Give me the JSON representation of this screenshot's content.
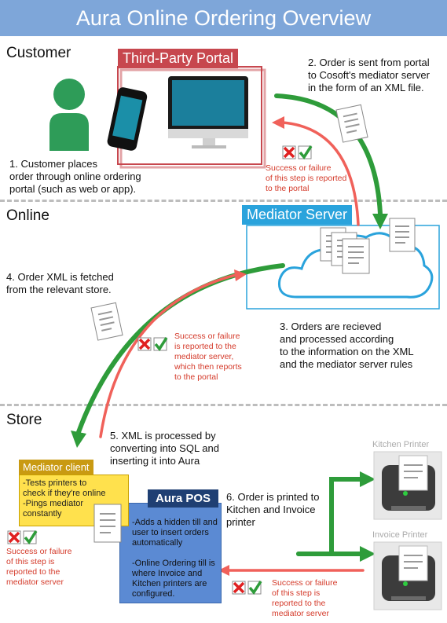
{
  "title": "Aura Online Ordering Overview",
  "sections": {
    "customer": "Customer",
    "online": "Online",
    "store": "Store"
  },
  "labels": {
    "third_party_portal": "Third-Party Portal",
    "mediator_server": "Mediator Server",
    "mediator_client": "Mediator client",
    "aura_pos": "Aura POS",
    "kitchen_printer": "Kitchen Printer",
    "invoice_printer": "Invoice Printer"
  },
  "steps": {
    "step1": "1. Customer places\norder through online ordering\nportal (such as web or app).",
    "step2": "2. Order is sent from portal\nto Cosoft's mediator server\nin the form of an XML file.",
    "step3": "3. Orders are recieved\nand processed according\nto the information on the XML\nand the mediator server rules",
    "step4": "4. Order XML is fetched\nfrom the relevant store.",
    "step5": "5. XML is processed by\nconverting into SQL and\ninserting it into Aura",
    "step6": "6. Order is printed to\nKitchen and Invoice\nprinter"
  },
  "feedback": {
    "portal": "Success or failure\nof this step is reported\nto the portal",
    "mediator_then_portal": "Success or failure\nis reported to the\nmediator server,\nwhich then reports\nto the portal",
    "client_step": "Success or failure\nof this step is\nreported to the\nmediator server",
    "printer_step": "Success or failure\nof this step is\nreported to the\nmediator server"
  },
  "client_notes": "-Tests printers to\ncheck if they're online\n-Pings mediator\nconstantly",
  "pos_notes": "-Adds a hidden till and\nuser to insert orders\nautomatically\n\n-Online Ordering till is\nwhere Invoice and\nKitchen printers are\nconfigured.",
  "colors": {
    "header": "#7ea6d9",
    "success_arrow": "#2e9c3a",
    "failure_arrow": "#f0615a",
    "portal": "#c7474e",
    "mediator": "#2aa3dc",
    "pos_box": "#5b8ad3",
    "client_box": "#ffe14d"
  }
}
